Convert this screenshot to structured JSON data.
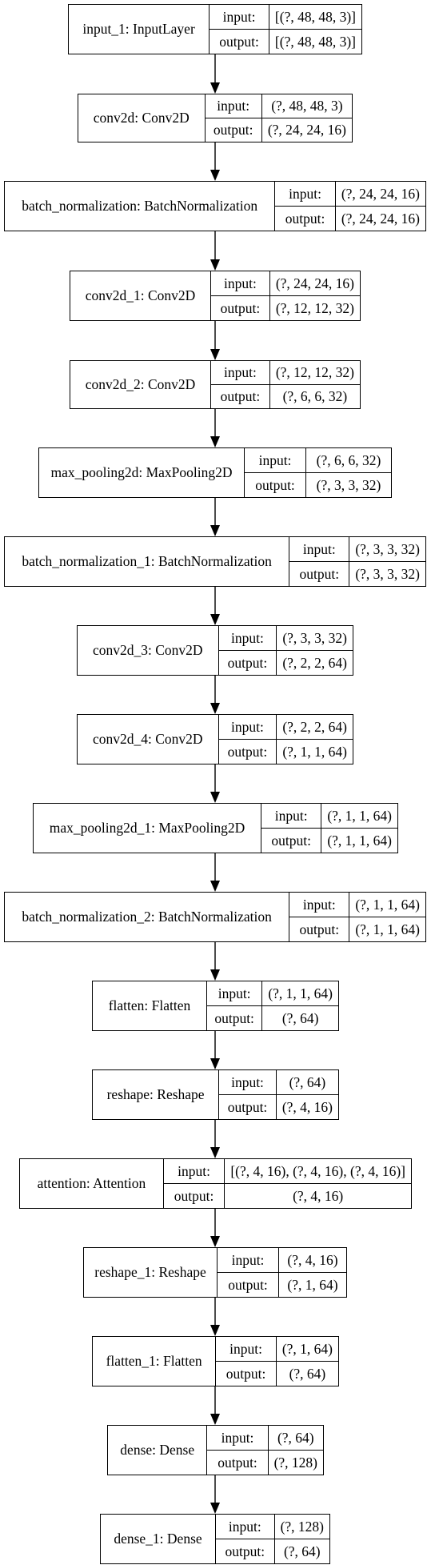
{
  "labels": {
    "input": "input:",
    "output": "output:"
  },
  "layers": [
    {
      "name": "input_1: InputLayer",
      "input": "[(?, 48, 48, 3)]",
      "output": "[(?, 48, 48, 3)]"
    },
    {
      "name": "conv2d: Conv2D",
      "input": "(?, 48, 48, 3)",
      "output": "(?, 24, 24, 16)"
    },
    {
      "name": "batch_normalization: BatchNormalization",
      "input": "(?, 24, 24, 16)",
      "output": "(?, 24, 24, 16)"
    },
    {
      "name": "conv2d_1: Conv2D",
      "input": "(?, 24, 24, 16)",
      "output": "(?, 12, 12, 32)"
    },
    {
      "name": "conv2d_2: Conv2D",
      "input": "(?, 12, 12, 32)",
      "output": "(?, 6, 6, 32)"
    },
    {
      "name": "max_pooling2d: MaxPooling2D",
      "input": "(?, 6, 6, 32)",
      "output": "(?, 3, 3, 32)"
    },
    {
      "name": "batch_normalization_1: BatchNormalization",
      "input": "(?, 3, 3, 32)",
      "output": "(?, 3, 3, 32)"
    },
    {
      "name": "conv2d_3: Conv2D",
      "input": "(?, 3, 3, 32)",
      "output": "(?, 2, 2, 64)"
    },
    {
      "name": "conv2d_4: Conv2D",
      "input": "(?, 2, 2, 64)",
      "output": "(?, 1, 1, 64)"
    },
    {
      "name": "max_pooling2d_1: MaxPooling2D",
      "input": "(?, 1, 1, 64)",
      "output": "(?, 1, 1, 64)"
    },
    {
      "name": "batch_normalization_2: BatchNormalization",
      "input": "(?, 1, 1, 64)",
      "output": "(?, 1, 1, 64)"
    },
    {
      "name": "flatten: Flatten",
      "input": "(?, 1, 1, 64)",
      "output": "(?, 64)"
    },
    {
      "name": "reshape: Reshape",
      "input": "(?, 64)",
      "output": "(?, 4, 16)"
    },
    {
      "name": "attention: Attention",
      "input": "[(?, 4, 16), (?, 4, 16), (?, 4, 16)]",
      "output": "(?, 4, 16)"
    },
    {
      "name": "reshape_1: Reshape",
      "input": "(?, 4, 16)",
      "output": "(?, 1, 64)"
    },
    {
      "name": "flatten_1: Flatten",
      "input": "(?, 1, 64)",
      "output": "(?, 64)"
    },
    {
      "name": "dense: Dense",
      "input": "(?, 64)",
      "output": "(?, 128)"
    },
    {
      "name": "dense_1: Dense",
      "input": "(?, 128)",
      "output": "(?, 64)"
    }
  ]
}
